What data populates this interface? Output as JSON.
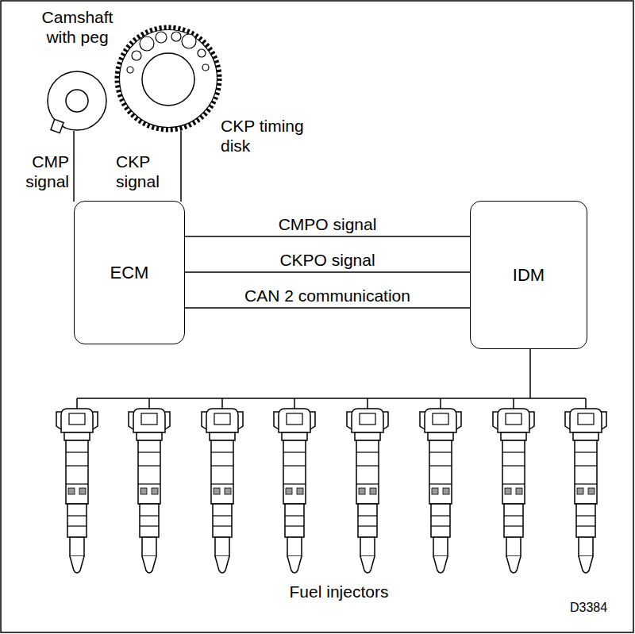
{
  "diagram": {
    "nodes": [
      {
        "text": [
          "ECM"
        ]
      },
      {
        "text": [
          "IDM"
        ]
      }
    ],
    "edges": [
      {
        "from": 0,
        "to": 1,
        "arrow": "none",
        "label": "CMPO signal"
      },
      {
        "from": 0,
        "to": 1,
        "arrow": "none",
        "label": "CKPO signal"
      },
      {
        "from": 0,
        "to": 1,
        "arrow": "none",
        "label": "CAN 2 communication"
      }
    ],
    "labels": [
      "Camshaft with peg",
      "CKP timing disk",
      "CMP signal",
      "CKP signal",
      "Fuel injectors",
      "D3384"
    ]
  }
}
